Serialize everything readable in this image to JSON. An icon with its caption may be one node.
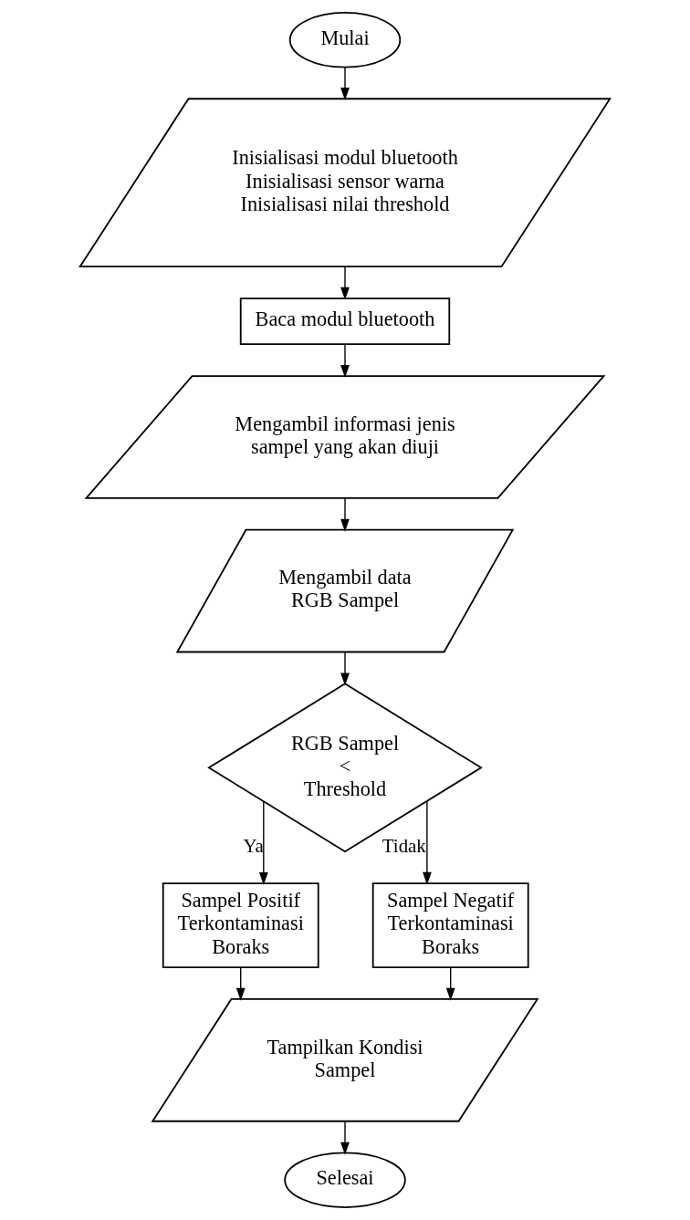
{
  "diagram": {
    "nodes": [
      {
        "text": [
          "Mulai"
        ]
      },
      {
        "text": [
          "Inisialisasi modul bluetooth",
          "Inisialisasi sensor warna",
          "Inisialisasi nilai threshold"
        ]
      },
      {
        "text": [
          "Baca modul bluetooth"
        ]
      },
      {
        "text": [
          "Mengambil informasi jenis sampel yang akan diuji"
        ]
      },
      {
        "text": [
          "Mengambil data RGB Sampel"
        ]
      },
      {
        "text": [
          "RGB Sampel < Threshold"
        ]
      },
      {
        "text": [
          "Sampel Positif Terkontaminasi Boraks"
        ]
      },
      {
        "text": [
          "Sampel Negatif Terkontaminasi Boraks"
        ]
      },
      {
        "text": [
          "Tampilkan Kondisi Sampel"
        ]
      },
      {
        "text": [
          "Selesai"
        ]
      }
    ],
    "edges": [
      {
        "from": 0,
        "to": 1,
        "arrow": "to"
      },
      {
        "from": 1,
        "to": 2,
        "arrow": "to"
      },
      {
        "from": 2,
        "to": 3,
        "arrow": "to"
      },
      {
        "from": 3,
        "to": 4,
        "arrow": "to"
      },
      {
        "from": 4,
        "to": 5,
        "arrow": "to"
      },
      {
        "from": 5,
        "to": 6,
        "arrow": "to",
        "label": "Ya"
      },
      {
        "from": 5,
        "to": 7,
        "arrow": "to",
        "label": "Tidak"
      },
      {
        "from": 6,
        "to": 8,
        "arrow": "to"
      },
      {
        "from": 7,
        "to": 8,
        "arrow": "to"
      },
      {
        "from": 8,
        "to": 9,
        "arrow": "to"
      }
    ]
  }
}
